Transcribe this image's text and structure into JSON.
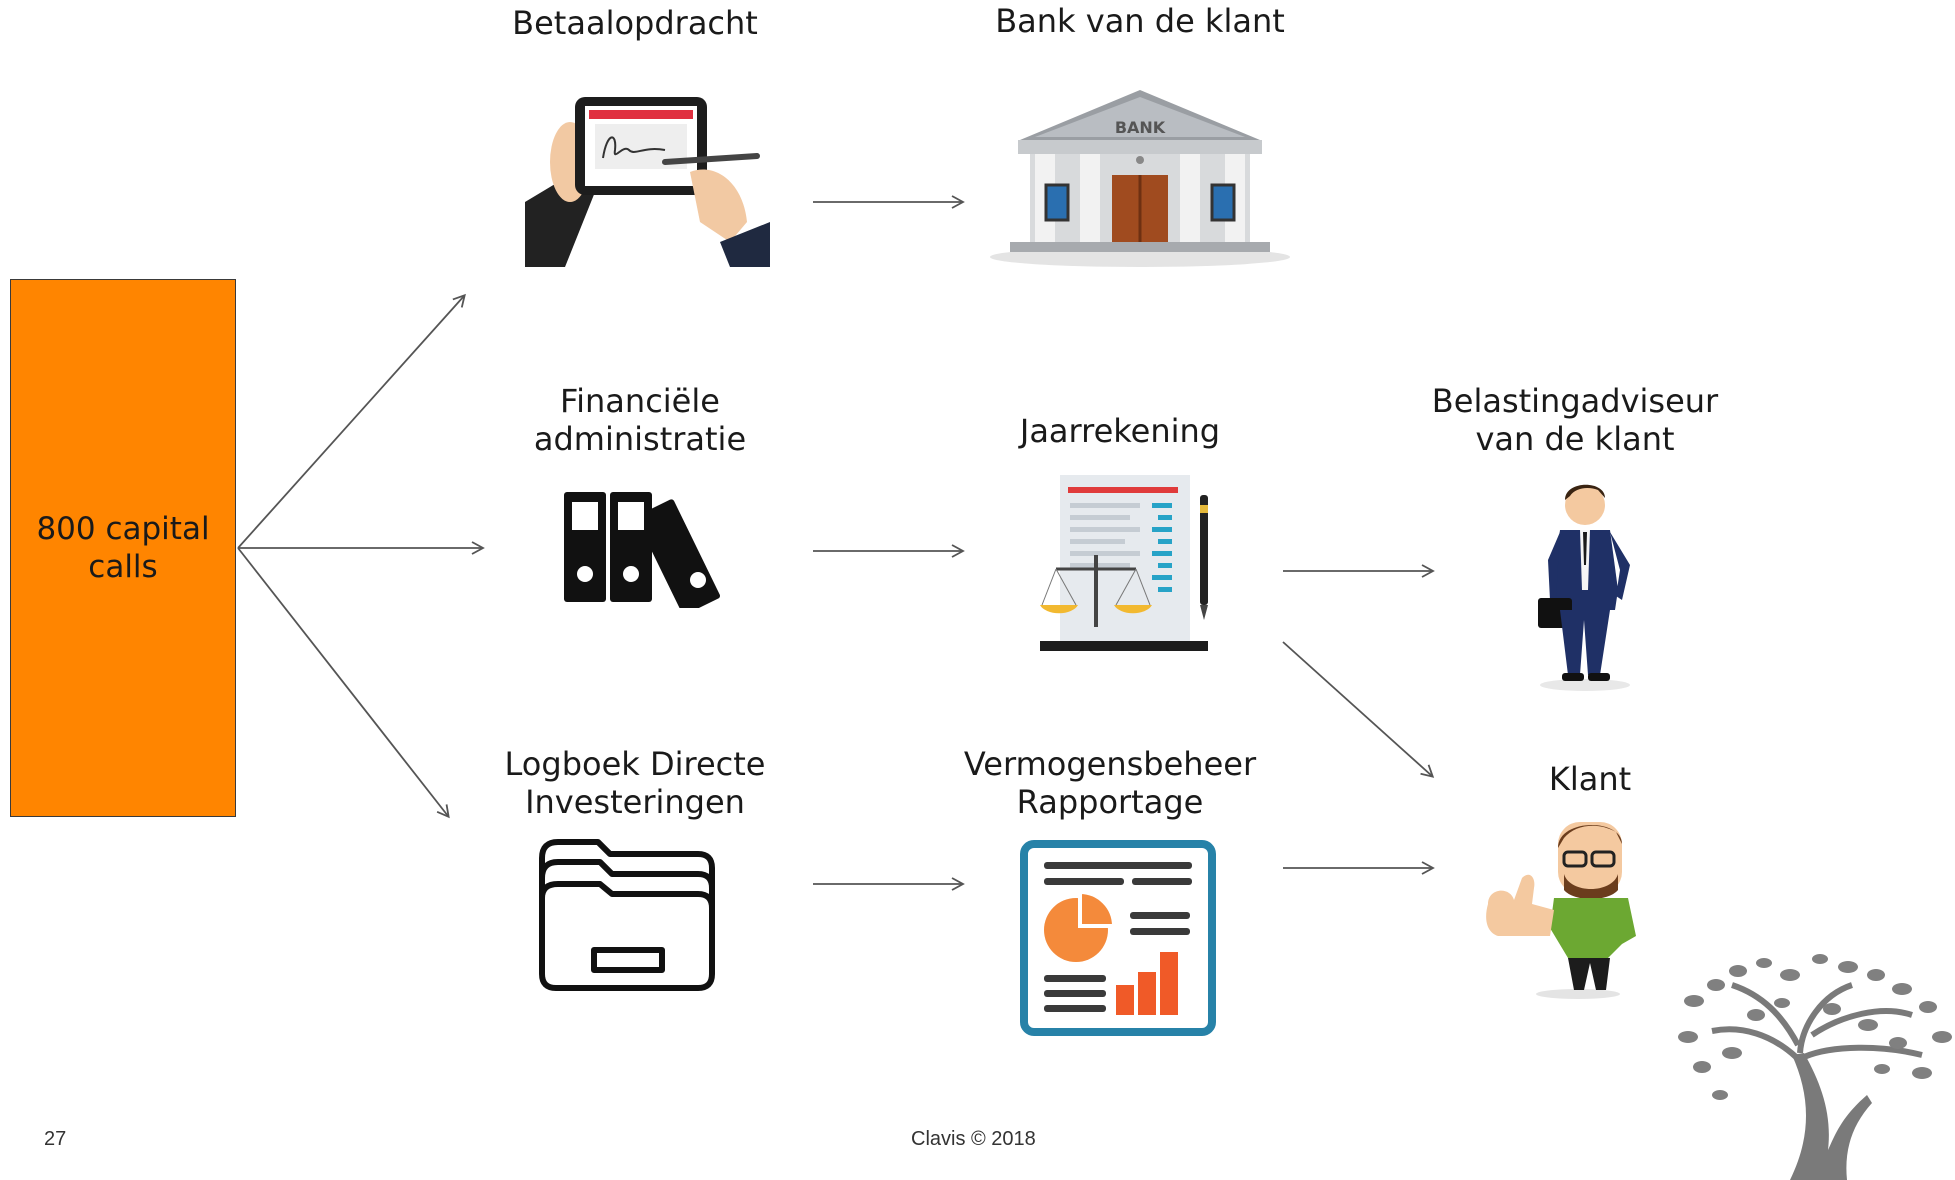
{
  "source": {
    "label": "800 capital\ncalls",
    "color": "#ff8500"
  },
  "nodes": {
    "betaalopdracht": "Betaalopdracht",
    "bank": "Bank van de klant",
    "financiele_administratie": "Financiële\nadministratie",
    "jaarrekening": "Jaarrekening",
    "belastingadviseur": "Belastingadviseur\nvan de klant",
    "logboek": "Logboek Directe\nInvesteringen",
    "vermogensbeheer": "Vermogensbeheer\nRapportage",
    "klant": "Klant"
  },
  "bank_sign": "BANK",
  "footer": {
    "page_number": "27",
    "copyright": "Clavis © 2018"
  },
  "icons": [
    "tablet-signature-icon",
    "bank-building-icon",
    "binders-icon",
    "financial-report-icon",
    "businessman-icon",
    "folder-archive-icon",
    "dashboard-report-icon",
    "thumbs-up-person-icon",
    "tree-logo-icon"
  ]
}
